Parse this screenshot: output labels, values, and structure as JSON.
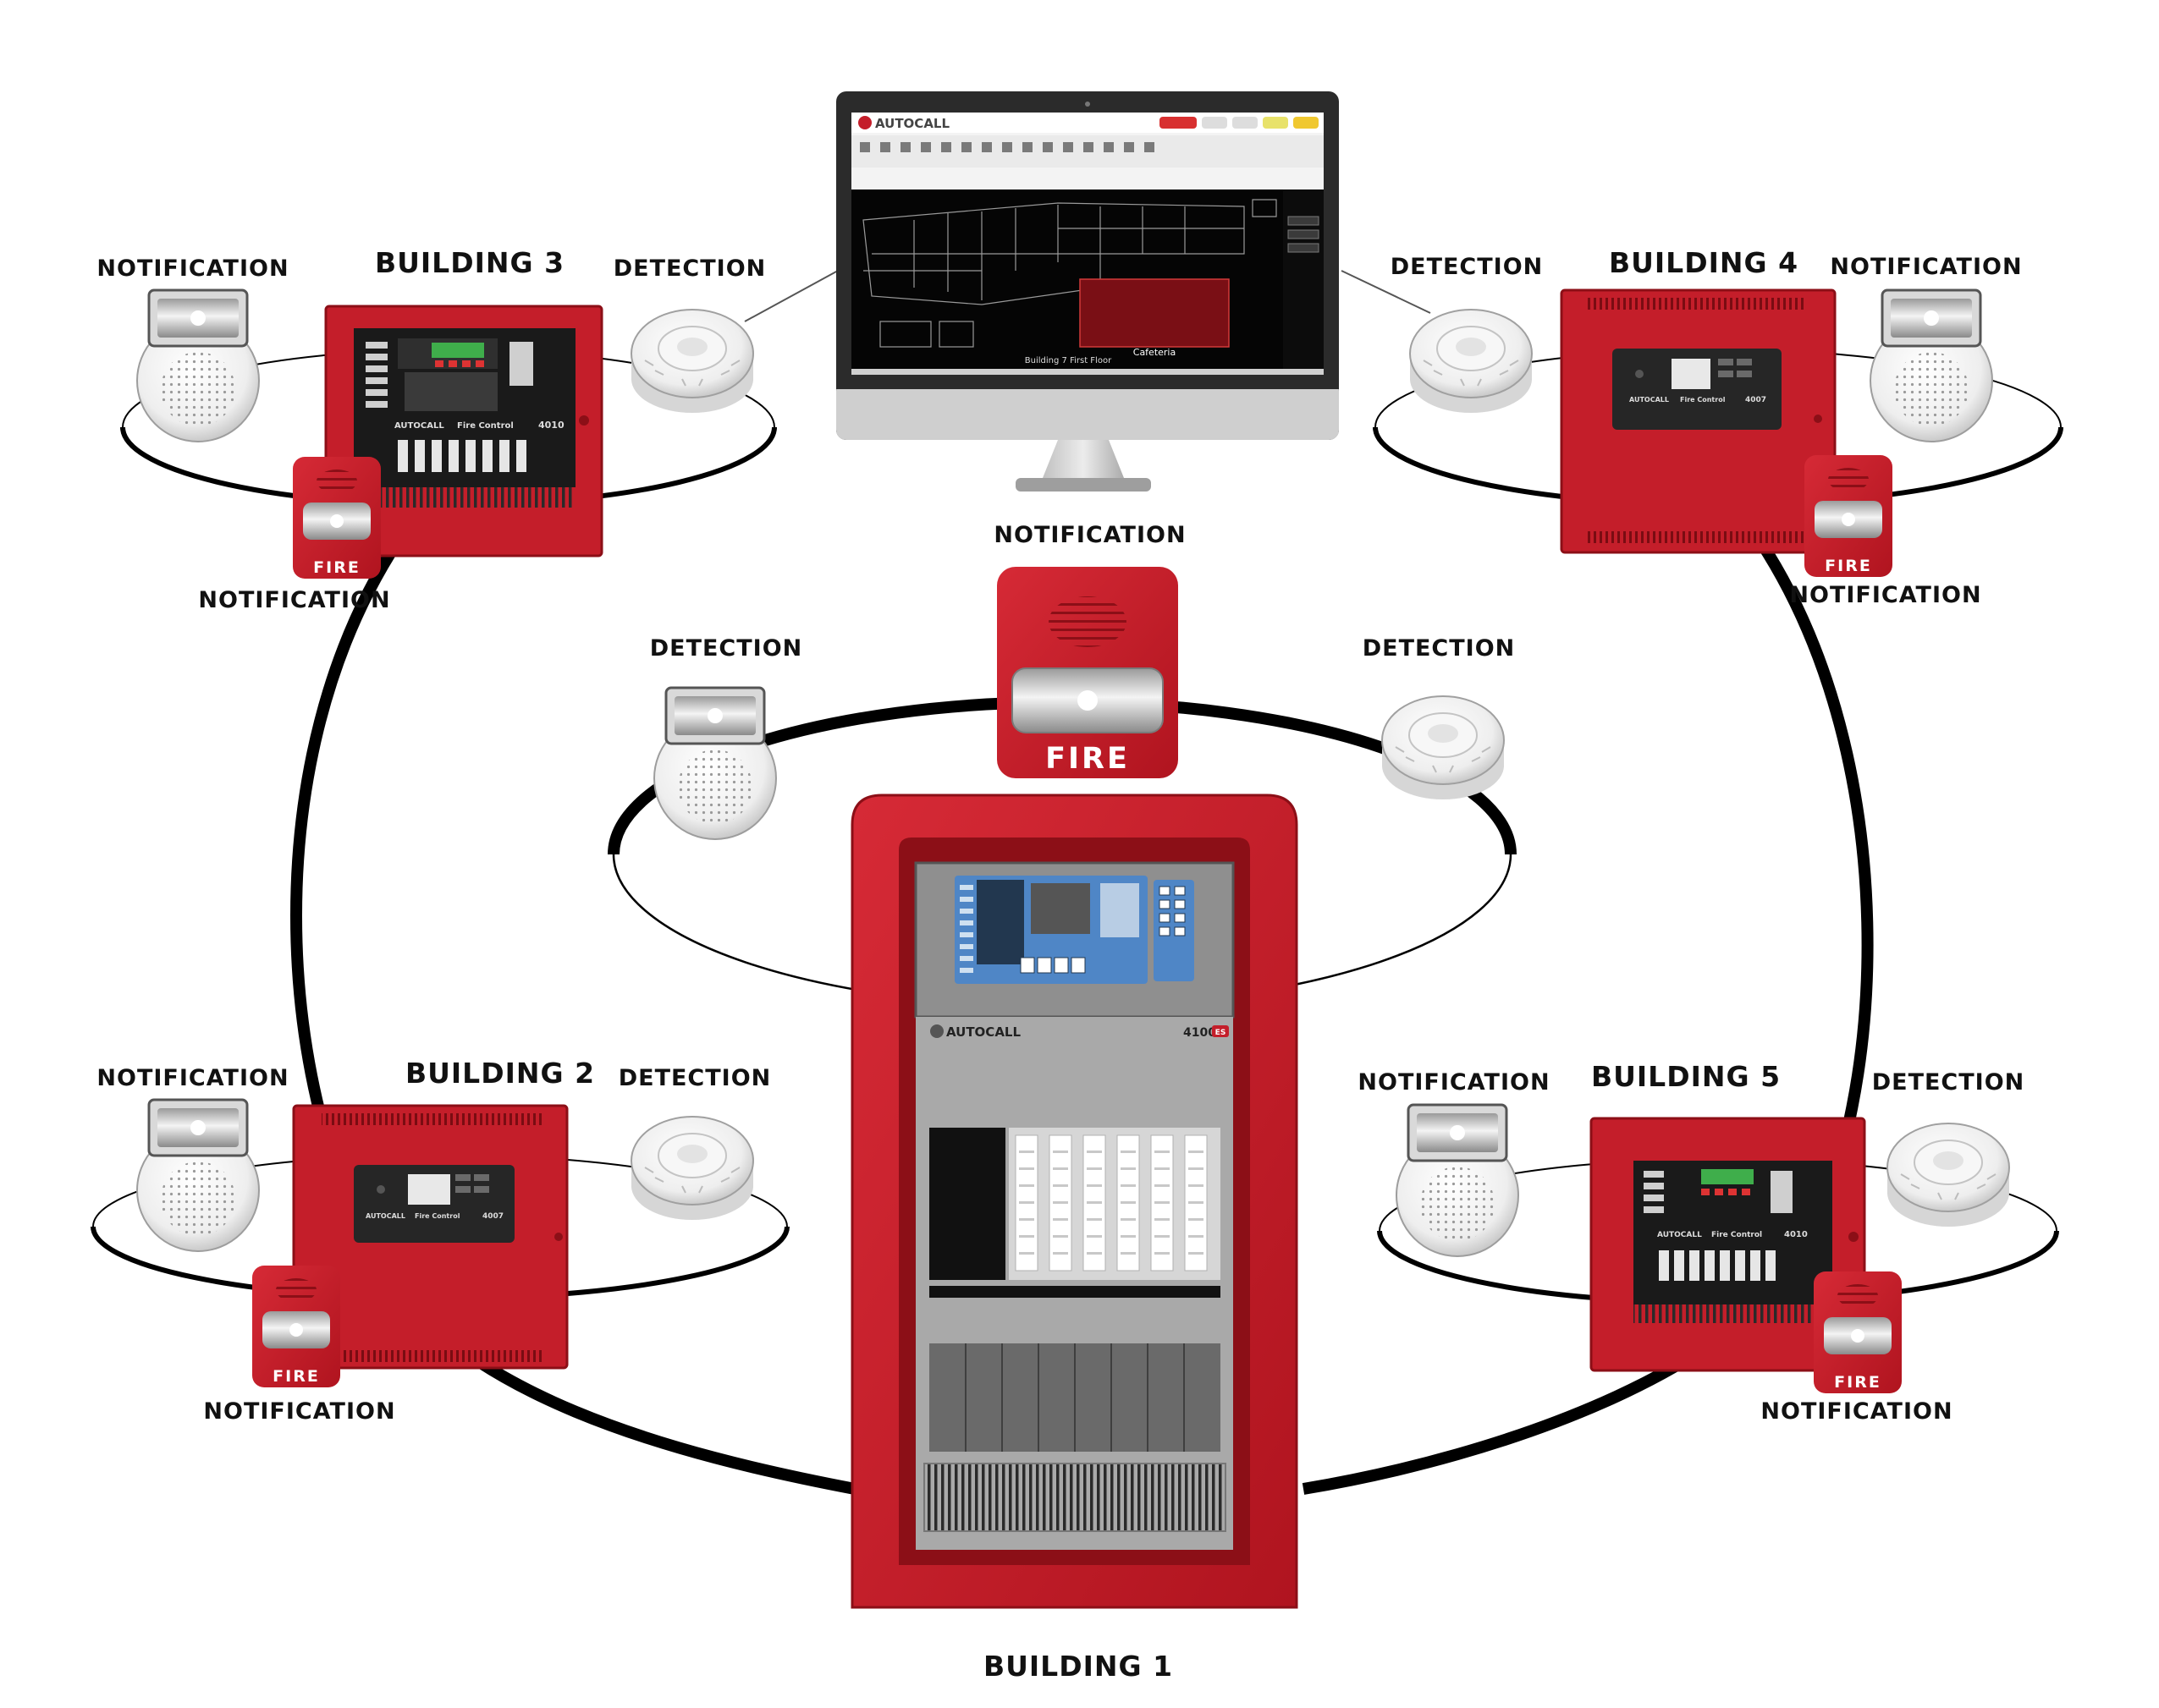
{
  "labels": {
    "building1": "BUILDING 1",
    "building2": "BUILDING 2",
    "building3": "BUILDING 3",
    "building4": "BUILDING 4",
    "building5": "BUILDING 5",
    "notification": "NOTIFICATION",
    "detection": "DETECTION"
  },
  "device": {
    "fire": "FIRE",
    "brand": "AUTOCALL",
    "panel_text": "Fire Control",
    "model_4100": "4100",
    "model_4100_suffix": "ES",
    "model_4007": "4007",
    "model_4010": "4010"
  },
  "monitor": {
    "app_title": "AUTOCALL",
    "floor_caption": "Building 7 First Floor",
    "area_caption": "Cafeteria"
  },
  "colors": {
    "panel_red": "#c41e2a",
    "panel_dark_red": "#8c0f17",
    "black": "#111111",
    "screen_blue": "#4f86c6"
  }
}
